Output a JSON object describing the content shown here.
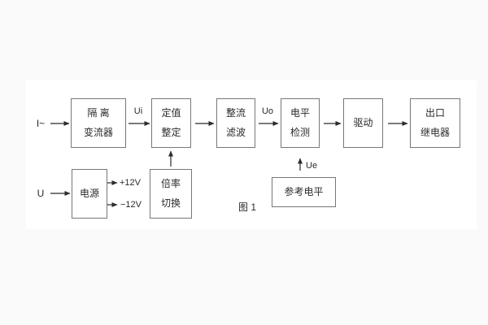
{
  "figure": {
    "caption": "图 1"
  },
  "nodes": {
    "isolation": {
      "line1": "隔 离",
      "line2": "变流器"
    },
    "setting": {
      "line1": "定值",
      "line2": "整定"
    },
    "rectifier": {
      "line1": "整流",
      "line2": "滤波"
    },
    "level_detect": {
      "line1": "电平",
      "line2": "检测"
    },
    "driver": {
      "label": "驱动"
    },
    "output_relay": {
      "line1": "出口",
      "line2": "继电器"
    },
    "power": {
      "label": "电源"
    },
    "ratio_switch": {
      "line1": "倍率",
      "line2": "切换"
    },
    "reference_level": {
      "label": "参考电平"
    }
  },
  "labels": {
    "input_current": "I~",
    "input_voltage": "U",
    "ui": "Ui",
    "uo": "Uo",
    "ue": "Ue",
    "plus12v": "+12V",
    "minus12v": "−12V"
  },
  "colors": {
    "page_bg": "#fafafa",
    "panel_bg": "#ffffff",
    "box_border": "#777777",
    "text": "#2a2a2a",
    "arrow": "#2b2b2b"
  }
}
